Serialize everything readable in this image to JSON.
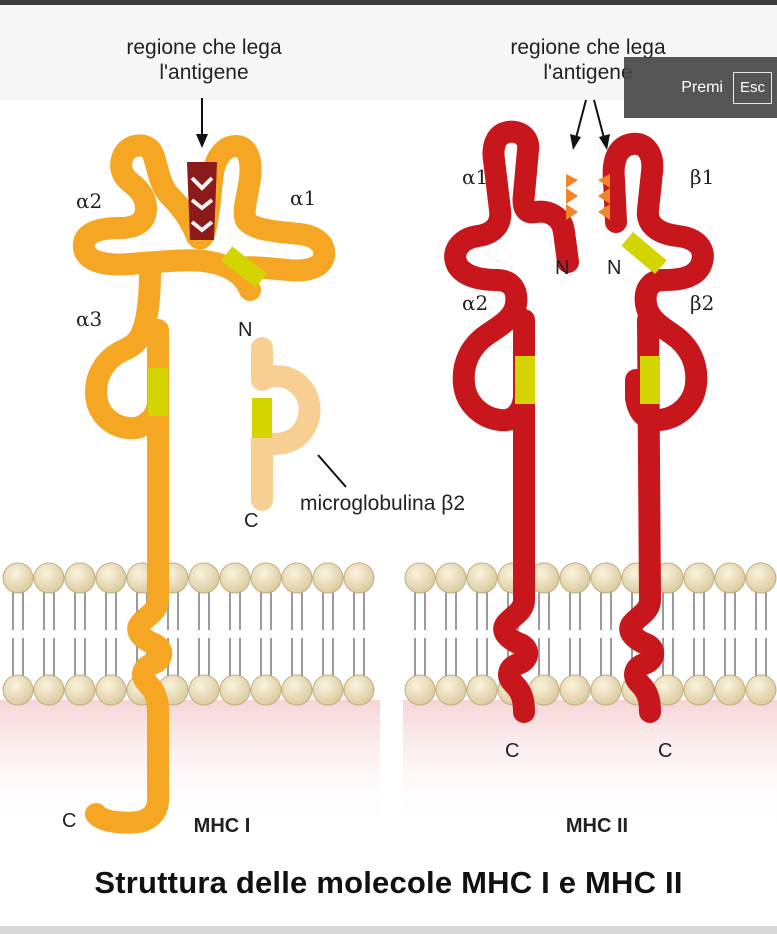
{
  "mhc1": {
    "binding_label_line1": "regione che lega",
    "binding_label_line2": "l'antigene",
    "alpha2": "α2",
    "alpha1": "α1",
    "alpha3": "α3",
    "n_terminus": "N",
    "c_terminus_b2m": "C",
    "b2m_label": "microglobulina β2",
    "c_terminus": "C",
    "name": "MHC I"
  },
  "mhc2": {
    "binding_label_line1": "regione che lega",
    "binding_label_line2": "l'antigene",
    "alpha1": "α1",
    "beta1": "β1",
    "n_alpha": "N",
    "n_beta": "N",
    "alpha2": "α2",
    "beta2": "β2",
    "c_alpha": "C",
    "c_beta": "C",
    "name": "MHC II"
  },
  "caption": "Struttura delle molecole MHC I e MHC II",
  "overlay": {
    "hint": "Premi",
    "key": "Esc"
  },
  "colors": {
    "mhc1_chain": "#f5a623",
    "b2m_chain": "#f8cf93",
    "mhc2_chain": "#c8161d",
    "disulfide": "#d4d400",
    "groove": "#8b1a1a",
    "groove_teeth": "#f0852c"
  }
}
